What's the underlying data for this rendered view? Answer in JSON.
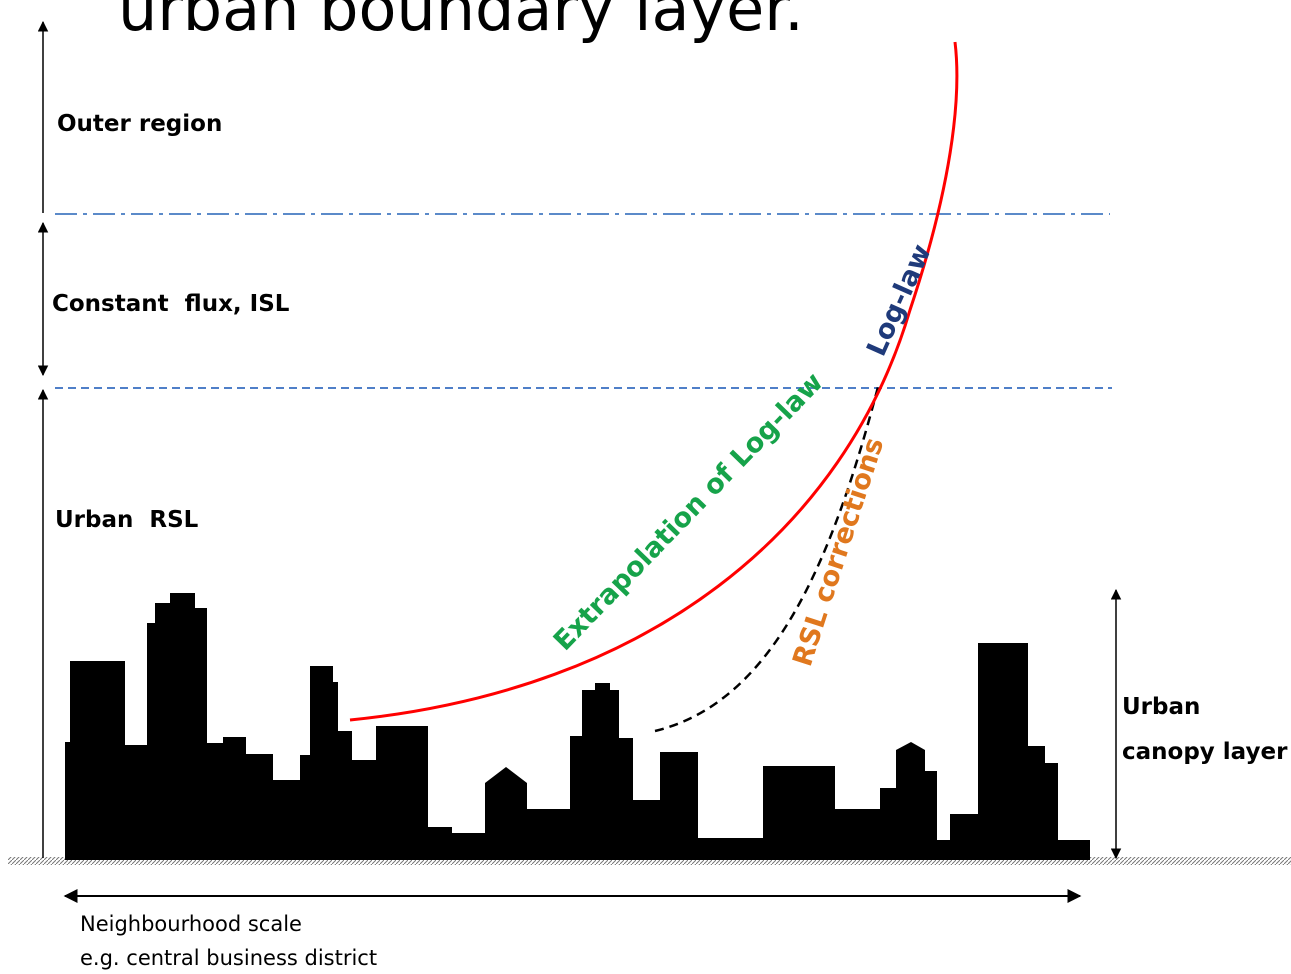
{
  "title": "urban boundary layer.",
  "layers": {
    "outer_region": "Outer region",
    "constant_flux": "Constant  flux, ISL",
    "urban_rsl": "Urban  RSL"
  },
  "curves": {
    "log_law": "Log-law",
    "extrapolation": "Extrapolation of Log-law",
    "rsl_corrections": "RSL corrections"
  },
  "canopy": {
    "line1": "Urban",
    "line2": "canopy layer"
  },
  "scale": {
    "line1": "Neighbourhood scale",
    "line2": "e.g. central business district"
  },
  "colors": {
    "profile_curve": "#ff0000",
    "log_law_label": "#1f3a7a",
    "extrapolation_label": "#16a34a",
    "rsl_label": "#e0781e",
    "isl_top_line": "#5b8ac9",
    "isl_bottom_line": "#4f7fc8",
    "buildings": "#000000"
  }
}
